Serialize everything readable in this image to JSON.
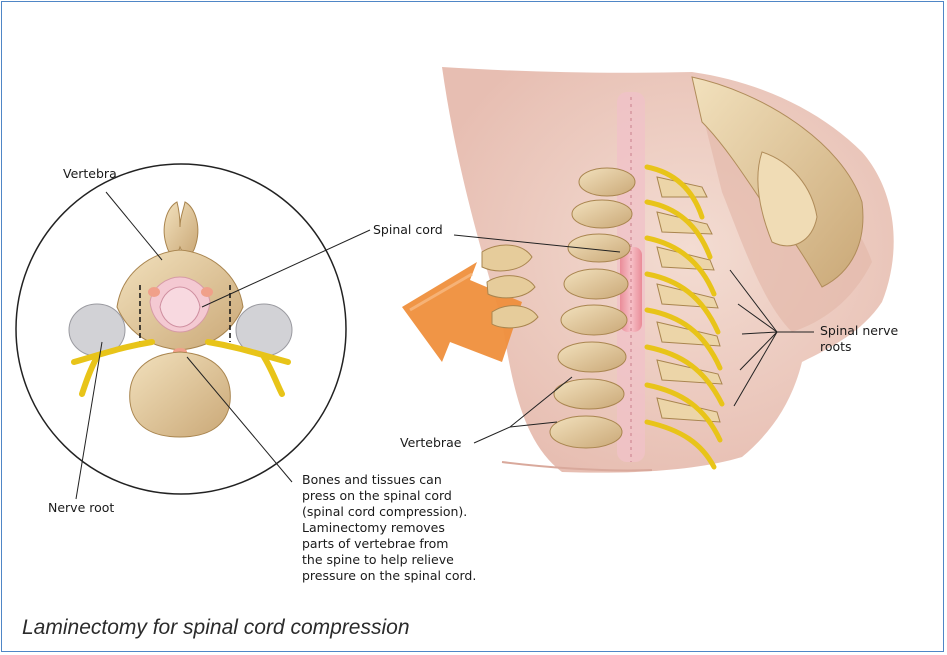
{
  "labels": {
    "vertebra": "Vertebra",
    "spinal_cord": "Spinal cord",
    "spinal_nerve_roots": "Spinal nerve\nroots",
    "vertebrae": "Vertebrae",
    "nerve_root": "Nerve root"
  },
  "note": "Bones and tissues can\npress on the spinal cord\n(spinal cord compression).\nLaminectomy removes\nparts of vertebrae from\nthe spine to help relieve\npressure on the spinal cord.",
  "caption": "Laminectomy for spinal cord compression",
  "colors": {
    "frame": "#4f86c6",
    "bone": "#e9d3a6",
    "skin": "#efd0c4",
    "nerve": "#e8c419",
    "cord": "#f2a6b0",
    "arrow": "#ef8f3c"
  }
}
